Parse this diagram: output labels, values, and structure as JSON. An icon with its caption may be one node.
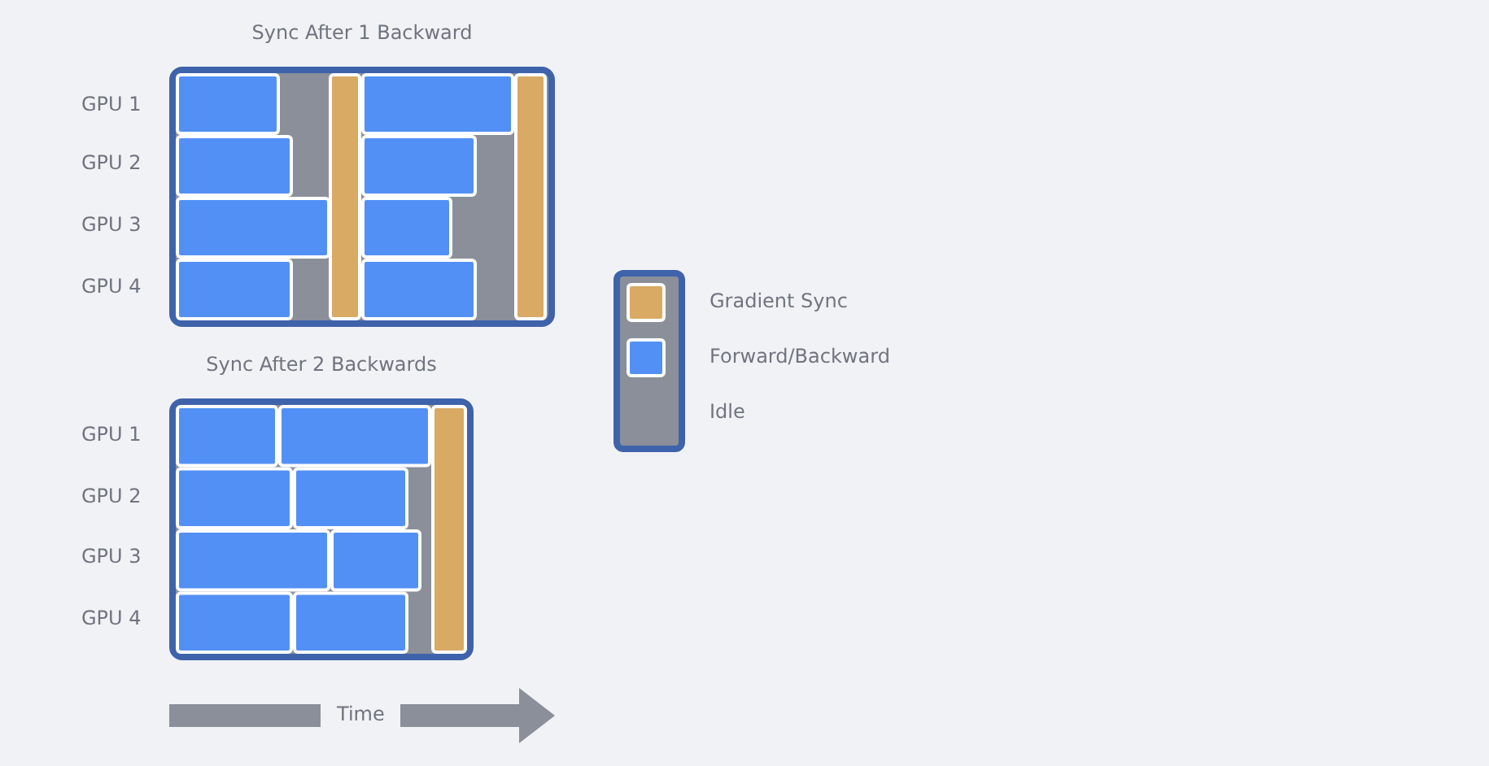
{
  "diagram": {
    "nodes": [
      {
        "text": [
          "Sync After 1 Backward"
        ]
      },
      {
        "text": [
          "Sync After 2 Backwards"
        ]
      }
    ],
    "edges": [],
    "labels": [
      "GPU 1",
      "GPU 2",
      "GPU 3",
      "GPU 4",
      "GPU 1",
      "GPU 2",
      "GPU 3",
      "GPU 4",
      "Time"
    ],
    "legend": [
      {
        "text": "Gradient Sync",
        "color": "#d8aa64"
      },
      {
        "text": "Forward/Backward",
        "color": "#5390f5"
      },
      {
        "text": "Idle",
        "color": "#8a8f99"
      }
    ]
  }
}
